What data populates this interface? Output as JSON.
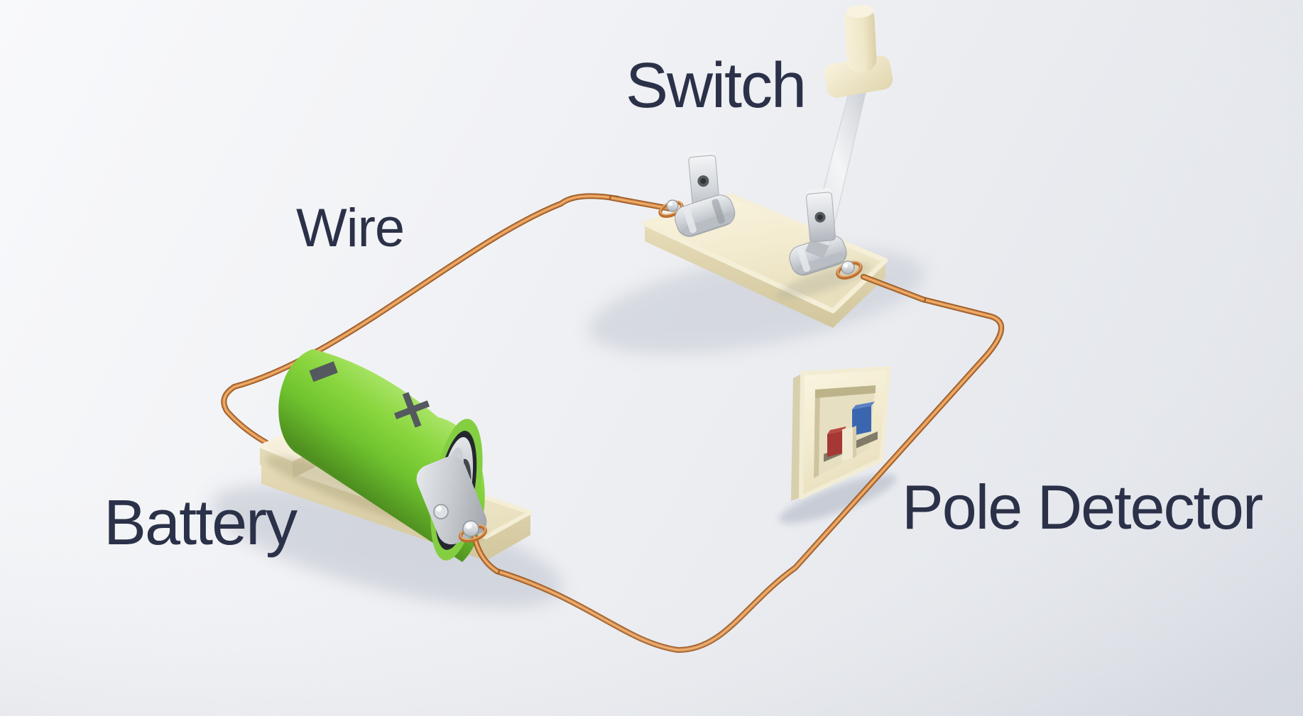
{
  "scene": {
    "labels": {
      "switch": "Switch",
      "wire": "Wire",
      "battery": "Battery",
      "pole_detector": "Pole Detector"
    },
    "battery_symbols": {
      "negative": "-",
      "positive": "+"
    },
    "colors": {
      "label_text": "#2b3148",
      "background_light": "#f8f9fb",
      "background_dark": "#e0e3e9",
      "wire_copper": "#cf8244",
      "wire_copper_dark": "#91551f",
      "wire_copper_highlight": "#f0b26f",
      "battery_green": "#7cc934",
      "battery_green_light": "#a9e167",
      "battery_green_dark": "#4e8f1f",
      "cream_plastic": "#f2ecd2",
      "cream_shadow": "#ddd2ab",
      "metal_silver": "#cfd3d8",
      "detector_red": "#a53734",
      "detector_blue": "#3a66b0",
      "symbol_gray": "#53595e"
    }
  }
}
